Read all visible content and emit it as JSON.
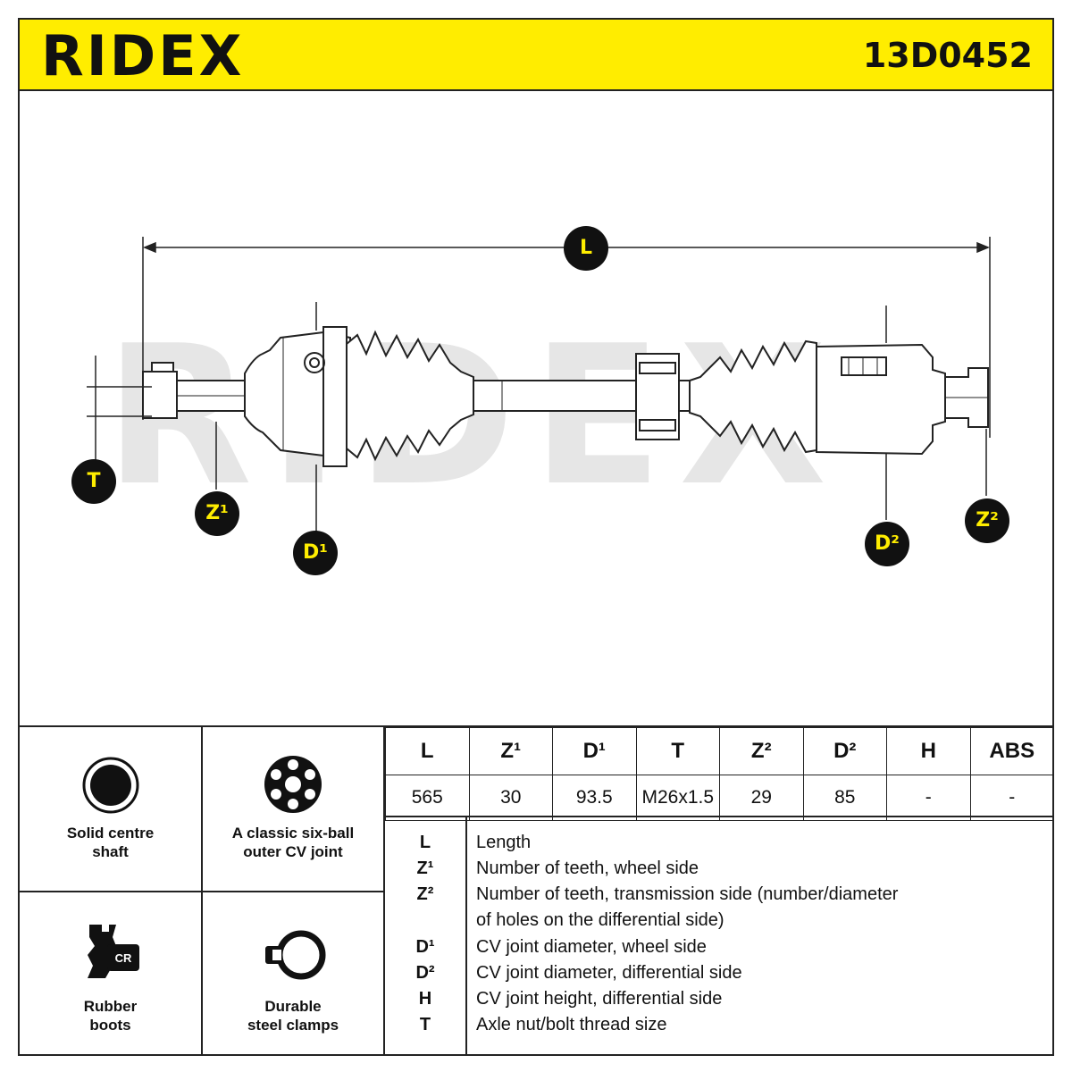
{
  "header": {
    "brand": "RIDEX",
    "part_number": "13D0452"
  },
  "colors": {
    "accent": "#ffed00",
    "ink": "#111111",
    "watermark": "#e6e6e6"
  },
  "watermark": "RIDEX",
  "dimension_badges": {
    "L": "L",
    "T": "T",
    "Z1": "Z¹",
    "D1": "D¹",
    "D2": "D²",
    "Z2": "Z²"
  },
  "features": [
    {
      "icon": "solid-centre-shaft-icon",
      "label": "Solid centre\nshaft"
    },
    {
      "icon": "six-ball-cv-joint-icon",
      "label": "A classic six-ball\nouter CV joint"
    },
    {
      "icon": "rubber-boot-cr-icon",
      "icon_text": "CR",
      "label": "Rubber\nboots"
    },
    {
      "icon": "steel-clamp-icon",
      "label": "Durable\nsteel clamps"
    }
  ],
  "spec_table": {
    "headers": [
      "L",
      "Z¹",
      "D¹",
      "T",
      "Z²",
      "D²",
      "H",
      "ABS"
    ],
    "values": [
      "565",
      "30",
      "93.5",
      "M26x1.5",
      "29",
      "85",
      "-",
      "-"
    ]
  },
  "legend": [
    {
      "symbol": "L",
      "text": "Length"
    },
    {
      "symbol": "Z¹",
      "text": "Number of teeth, wheel side"
    },
    {
      "symbol": "Z²",
      "text": "Number of teeth, transmission side (number/diameter"
    },
    {
      "symbol": "",
      "text": "of holes on the differential side)"
    },
    {
      "symbol": "D¹",
      "text": "CV joint diameter, wheel side"
    },
    {
      "symbol": "D²",
      "text": "CV joint diameter, differential side"
    },
    {
      "symbol": "H",
      "text": "CV joint height, differential side"
    },
    {
      "symbol": "T",
      "text": "Axle nut/bolt thread size"
    }
  ]
}
